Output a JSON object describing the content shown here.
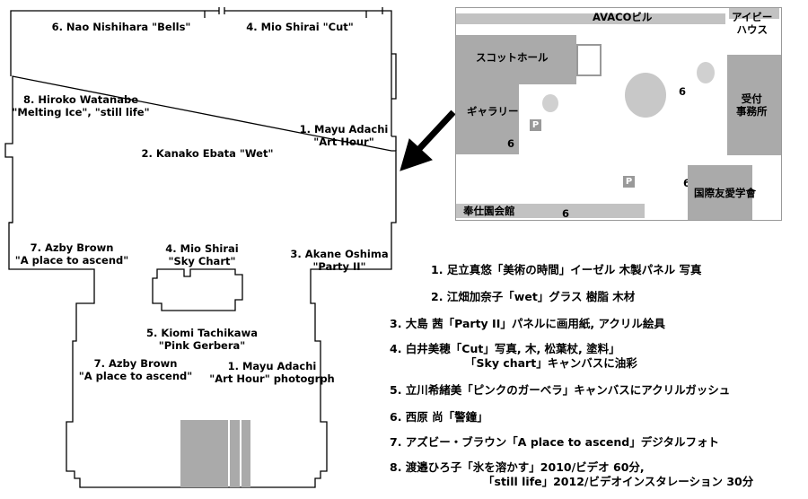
{
  "floor_labels": [
    {
      "id": "nishihara",
      "lines": [
        "6. Nao Nishihara \"Bells\""
      ]
    },
    {
      "id": "shirai-cut",
      "lines": [
        "4. Mio Shirai \"Cut\""
      ]
    },
    {
      "id": "watanabe",
      "lines": [
        "8. Hiroko Watanabe",
        "\"Melting Ice\", \"still life\""
      ]
    },
    {
      "id": "adachi-upper",
      "lines": [
        "1. Mayu Adachi",
        "\"Art Hour\""
      ]
    },
    {
      "id": "ebata",
      "lines": [
        "2. Kanako Ebata \"Wet\""
      ]
    },
    {
      "id": "brown-upper",
      "lines": [
        "7. Azby Brown",
        "\"A place to ascend\""
      ]
    },
    {
      "id": "shirai-sky",
      "lines": [
        "4. Mio Shirai",
        "\"Sky Chart\""
      ]
    },
    {
      "id": "oshima",
      "lines": [
        "3. Akane Oshima",
        "\"Party II\""
      ]
    },
    {
      "id": "tachikawa",
      "lines": [
        "5. Kiomi Tachikawa",
        "\"Pink Gerbera\""
      ]
    },
    {
      "id": "brown-lower",
      "lines": [
        "7. Azby Brown",
        "\"A place to ascend\""
      ]
    },
    {
      "id": "adachi-lower",
      "lines": [
        "1. Mayu Adachi",
        "\"Art Hour\" photogrph"
      ]
    }
  ],
  "map": {
    "avaco": "AVACOビル",
    "ivy_house": [
      "アイビー",
      "ハウス"
    ],
    "scott_hall": "スコットホール",
    "gallery": "ギャラリー",
    "reception": [
      "受付",
      "事務所"
    ],
    "kokusai": "国際友愛学會",
    "hoshi": "奉仕園会館",
    "parking": "P",
    "six": "6"
  },
  "artworks": [
    {
      "text": "1. 足立真悠「美術の時間」イーゼル 木製パネル 写真"
    },
    {
      "text": "2. 江畑加奈子「wet」グラス 樹脂 木材"
    },
    {
      "text": "3. 大島 茜「Party II」パネルに画用紙, アクリル絵具"
    },
    {
      "text": "4. 白井美穂「Cut」写真, 木, 松葉杖, 塗料」",
      "sub": "「Sky chart」キャンバスに油彩"
    },
    {
      "text": "5. 立川希緒美「ピンクのガーベラ」キャンバスにアクリルガッシュ"
    },
    {
      "text": "6. 西原 尚「警鐘」"
    },
    {
      "text": "7. アズビー・ブラウン「A place to ascend」デジタルフォト"
    },
    {
      "text": "8. 渡邉ひろ子「氷を溶かす」2010/ビデオ 60分,",
      "sub": "「still life」2012/ビデオインスタレーション 30分"
    }
  ]
}
